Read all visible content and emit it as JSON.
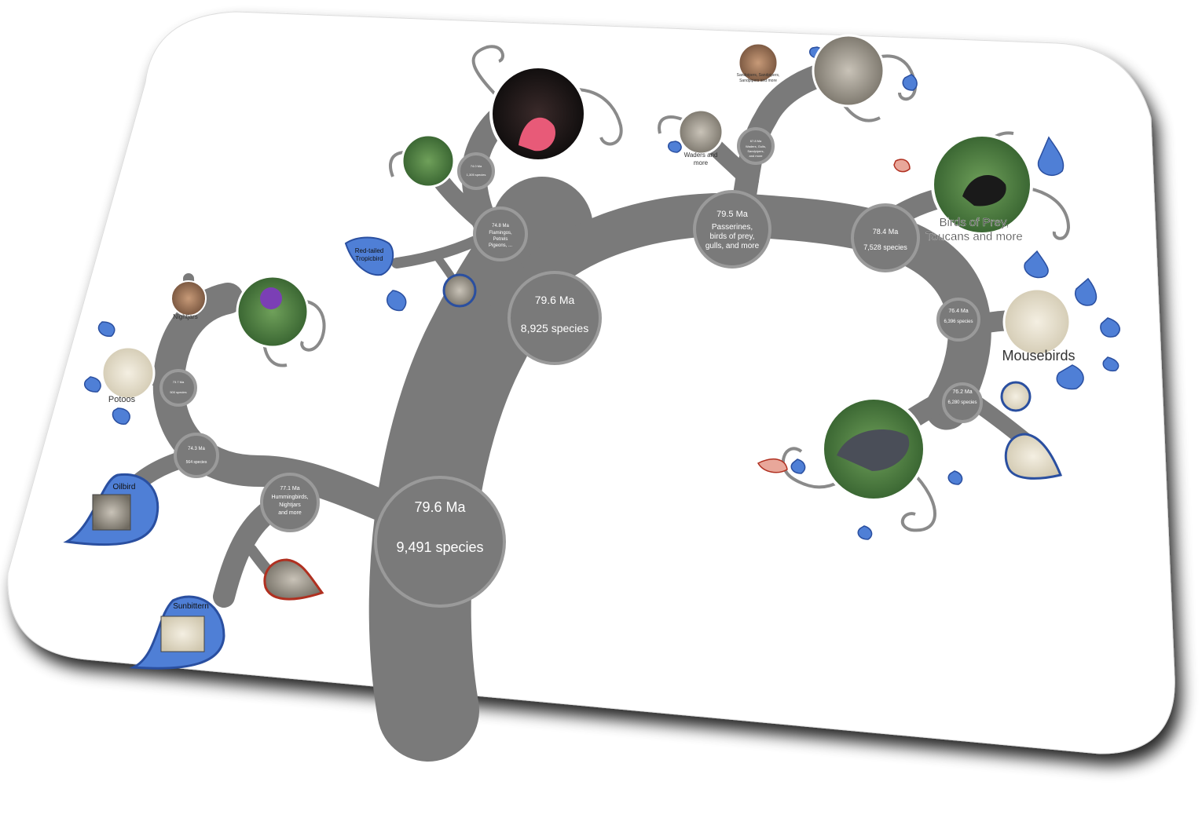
{
  "colors": {
    "branch": "#7a7a7a",
    "node_ring": "#9a9a9a",
    "leaf_blue": "#4f7fd6",
    "leaf_blue_edge": "#2a4fa0",
    "leaf_red": "#e8a79a",
    "leaf_red_edge": "#b03020",
    "card_shadow": "#222222"
  },
  "root_node": {
    "age": "79.6 Ma",
    "species": "9,491 species"
  },
  "main_node": {
    "age": "79.6 Ma",
    "species": "8,925 species"
  },
  "passerine_node": {
    "age": "79.5 Ma",
    "line1": "Passerines,",
    "line2": "birds of prey,",
    "line3": "gulls, and more"
  },
  "prey_node": {
    "age": "78.4 Ma",
    "species": "7,528 species"
  },
  "node_76_4": {
    "age": "76.4 Ma",
    "species": "6,396 species"
  },
  "node_76_2": {
    "age": "76.2 Ma",
    "species": "6,280 species"
  },
  "flamingo_node": {
    "age": "74.8 Ma",
    "line1": "Flamingos,",
    "line2": "Petrels",
    "line3": "Pigeons, ..."
  },
  "small_node_74": {
    "age": "74.0 Ma",
    "species": "1,305 species"
  },
  "waders_node": {
    "age": "67.8 Ma",
    "line1": "Waders, Gulls,",
    "line2": "Sandpipers,",
    "line3": "and more"
  },
  "hum_node": {
    "age": "77.1 Ma",
    "line1": "Hummingbirds,",
    "line2": "Nightjars",
    "line3": "and more"
  },
  "node_74_3": {
    "age": "74.3 Ma",
    "species": "564 species"
  },
  "node_73_7": {
    "age": "73.7 Ma",
    "species": "500 species"
  },
  "labels": {
    "red_tailed": [
      "Red-tailed",
      "Tropicbird"
    ],
    "waders": [
      "Waders and",
      "more"
    ],
    "sandpipers": [
      "Sandpipers, Sandpipers,",
      "Sandpipers and more"
    ],
    "birds_of_prey": [
      "Birds of Prey,",
      "Toucans and more"
    ],
    "mousebirds": "Mousebirds",
    "nightjars": "Nightjars",
    "potoos": "Potoos",
    "oilbird": "Oilbird",
    "sunbittern": "Sunbittern"
  }
}
